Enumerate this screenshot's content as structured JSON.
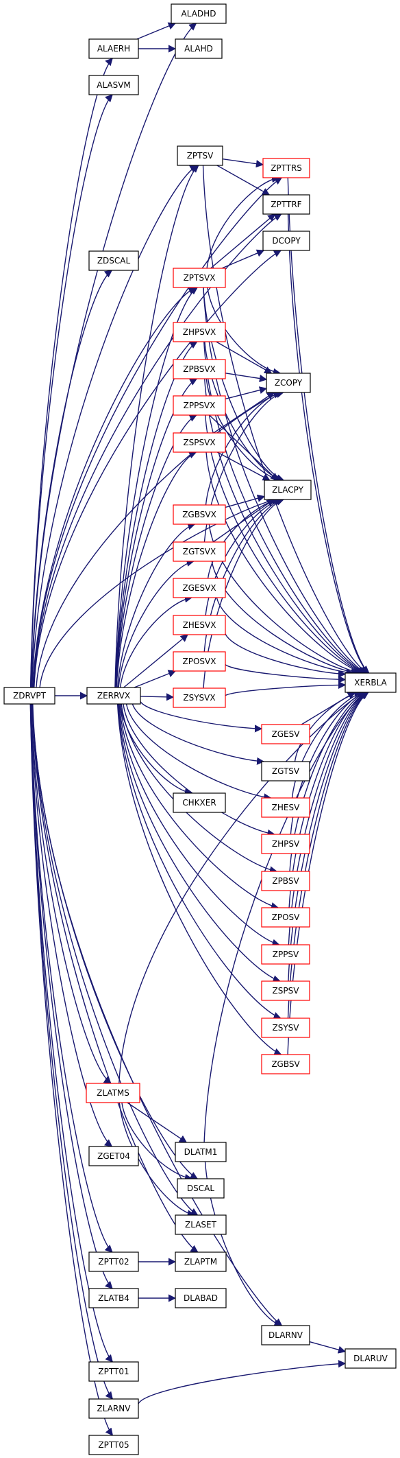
{
  "colors": {
    "edge": "#191970",
    "node_border_default": "#000000",
    "node_border_linked": "#ff0000",
    "node_fill_root": "#bfbfbf",
    "node_fill": "#ffffff"
  },
  "nodes": [
    {
      "id": "ZDRVPT",
      "label": "ZDRVPT",
      "style": "root"
    },
    {
      "id": "ALADHD",
      "label": "ALADHD",
      "style": "plain"
    },
    {
      "id": "ALAERH",
      "label": "ALAERH",
      "style": "plain"
    },
    {
      "id": "ALAHD",
      "label": "ALAHD",
      "style": "plain"
    },
    {
      "id": "ALASVM",
      "label": "ALASVM",
      "style": "plain"
    },
    {
      "id": "ZPTSV",
      "label": "ZPTSV",
      "style": "plain"
    },
    {
      "id": "ZPTTRS",
      "label": "ZPTTRS",
      "style": "linked"
    },
    {
      "id": "ZPTTRF",
      "label": "ZPTTRF",
      "style": "plain"
    },
    {
      "id": "DCOPY",
      "label": "DCOPY",
      "style": "plain"
    },
    {
      "id": "ZDSCAL",
      "label": "ZDSCAL",
      "style": "plain"
    },
    {
      "id": "ZPTSVX",
      "label": "ZPTSVX",
      "style": "linked"
    },
    {
      "id": "ZHPSVX",
      "label": "ZHPSVX",
      "style": "linked"
    },
    {
      "id": "ZPBSVX",
      "label": "ZPBSVX",
      "style": "linked"
    },
    {
      "id": "ZCOPY",
      "label": "ZCOPY",
      "style": "plain"
    },
    {
      "id": "ZPPSVX",
      "label": "ZPPSVX",
      "style": "linked"
    },
    {
      "id": "ZSPSVX",
      "label": "ZSPSVX",
      "style": "linked"
    },
    {
      "id": "ZLACPY",
      "label": "ZLACPY",
      "style": "plain"
    },
    {
      "id": "ZGBSVX",
      "label": "ZGBSVX",
      "style": "linked"
    },
    {
      "id": "ZGTSVX",
      "label": "ZGTSVX",
      "style": "linked"
    },
    {
      "id": "ZGESVX",
      "label": "ZGESVX",
      "style": "linked"
    },
    {
      "id": "ZHESVX",
      "label": "ZHESVX",
      "style": "linked"
    },
    {
      "id": "ZPOSVX",
      "label": "ZPOSVX",
      "style": "linked"
    },
    {
      "id": "XERBLA",
      "label": "XERBLA",
      "style": "plain"
    },
    {
      "id": "ZERRVX",
      "label": "ZERRVX",
      "style": "plain"
    },
    {
      "id": "ZSYSVX",
      "label": "ZSYSVX",
      "style": "linked"
    },
    {
      "id": "ZGESV",
      "label": "ZGESV",
      "style": "linked"
    },
    {
      "id": "ZGTSV",
      "label": "ZGTSV",
      "style": "plain"
    },
    {
      "id": "CHKXER",
      "label": "CHKXER",
      "style": "plain"
    },
    {
      "id": "ZHESV",
      "label": "ZHESV",
      "style": "linked"
    },
    {
      "id": "ZHPSV",
      "label": "ZHPSV",
      "style": "linked"
    },
    {
      "id": "ZPBSV",
      "label": "ZPBSV",
      "style": "linked"
    },
    {
      "id": "ZPOSV",
      "label": "ZPOSV",
      "style": "linked"
    },
    {
      "id": "ZPPSV",
      "label": "ZPPSV",
      "style": "linked"
    },
    {
      "id": "ZSPSV",
      "label": "ZSPSV",
      "style": "linked"
    },
    {
      "id": "ZSYSV",
      "label": "ZSYSV",
      "style": "linked"
    },
    {
      "id": "ZGBSV",
      "label": "ZGBSV",
      "style": "linked"
    },
    {
      "id": "ZLATMS",
      "label": "ZLATMS",
      "style": "linked"
    },
    {
      "id": "DLATM1",
      "label": "DLATM1",
      "style": "plain"
    },
    {
      "id": "ZGET04",
      "label": "ZGET04",
      "style": "plain"
    },
    {
      "id": "DSCAL",
      "label": "DSCAL",
      "style": "plain"
    },
    {
      "id": "ZLASET",
      "label": "ZLASET",
      "style": "plain"
    },
    {
      "id": "ZPTT02",
      "label": "ZPTT02",
      "style": "plain"
    },
    {
      "id": "ZLAPTM",
      "label": "ZLAPTM",
      "style": "plain"
    },
    {
      "id": "ZLATB4",
      "label": "ZLATB4",
      "style": "plain"
    },
    {
      "id": "DLABAD",
      "label": "DLABAD",
      "style": "plain"
    },
    {
      "id": "DLARNV",
      "label": "DLARNV",
      "style": "plain"
    },
    {
      "id": "DLARUV",
      "label": "DLARUV",
      "style": "plain"
    },
    {
      "id": "ZPTT01",
      "label": "ZPTT01",
      "style": "plain"
    },
    {
      "id": "ZLARNV",
      "label": "ZLARNV",
      "style": "plain"
    },
    {
      "id": "ZPTT05",
      "label": "ZPTT05",
      "style": "plain"
    }
  ],
  "edges": [
    [
      "ZDRVPT",
      "ALADHD"
    ],
    [
      "ZDRVPT",
      "ALAERH"
    ],
    [
      "ZDRVPT",
      "ALASVM"
    ],
    [
      "ZDRVPT",
      "ZPTSV"
    ],
    [
      "ZDRVPT",
      "ZPTTRS"
    ],
    [
      "ZDRVPT",
      "ZPTTRF"
    ],
    [
      "ZDRVPT",
      "DCOPY"
    ],
    [
      "ZDRVPT",
      "ZDSCAL"
    ],
    [
      "ZDRVPT",
      "ZPTSVX"
    ],
    [
      "ZDRVPT",
      "ZCOPY"
    ],
    [
      "ZDRVPT",
      "ZLACPY"
    ],
    [
      "ZDRVPT",
      "ZERRVX"
    ],
    [
      "ZDRVPT",
      "ZLATMS"
    ],
    [
      "ZDRVPT",
      "ZGET04"
    ],
    [
      "ZDRVPT",
      "DSCAL"
    ],
    [
      "ZDRVPT",
      "ZLASET"
    ],
    [
      "ZDRVPT",
      "ZPTT02"
    ],
    [
      "ZDRVPT",
      "ZLAPTM"
    ],
    [
      "ZDRVPT",
      "ZLATB4"
    ],
    [
      "ZDRVPT",
      "DLARNV"
    ],
    [
      "ZDRVPT",
      "ZPTT01"
    ],
    [
      "ZDRVPT",
      "ZLARNV"
    ],
    [
      "ZDRVPT",
      "ZPTT05"
    ],
    [
      "ALAERH",
      "ALADHD"
    ],
    [
      "ALAERH",
      "ALAHD"
    ],
    [
      "ZPTSV",
      "ZPTTRS"
    ],
    [
      "ZPTSV",
      "ZPTTRF"
    ],
    [
      "ZPTSV",
      "XERBLA"
    ],
    [
      "ZPTTRS",
      "XERBLA"
    ],
    [
      "ZPTTRF",
      "XERBLA"
    ],
    [
      "ZPTSVX",
      "ZPTTRS"
    ],
    [
      "ZPTSVX",
      "ZPTTRF"
    ],
    [
      "ZPTSVX",
      "DCOPY"
    ],
    [
      "ZPTSVX",
      "ZCOPY"
    ],
    [
      "ZPTSVX",
      "ZLACPY"
    ],
    [
      "ZPTSVX",
      "XERBLA"
    ],
    [
      "ZHPSVX",
      "ZCOPY"
    ],
    [
      "ZHPSVX",
      "ZLACPY"
    ],
    [
      "ZHPSVX",
      "XERBLA"
    ],
    [
      "ZPBSVX",
      "ZCOPY"
    ],
    [
      "ZPBSVX",
      "ZLACPY"
    ],
    [
      "ZPBSVX",
      "XERBLA"
    ],
    [
      "ZPPSVX",
      "ZCOPY"
    ],
    [
      "ZPPSVX",
      "ZLACPY"
    ],
    [
      "ZPPSVX",
      "XERBLA"
    ],
    [
      "ZSPSVX",
      "ZCOPY"
    ],
    [
      "ZSPSVX",
      "ZLACPY"
    ],
    [
      "ZSPSVX",
      "XERBLA"
    ],
    [
      "ZGBSVX",
      "ZCOPY"
    ],
    [
      "ZGBSVX",
      "ZLACPY"
    ],
    [
      "ZGBSVX",
      "XERBLA"
    ],
    [
      "ZGTSVX",
      "ZCOPY"
    ],
    [
      "ZGTSVX",
      "ZLACPY"
    ],
    [
      "ZGTSVX",
      "XERBLA"
    ],
    [
      "ZGESVX",
      "ZLACPY"
    ],
    [
      "ZGESVX",
      "XERBLA"
    ],
    [
      "ZHESVX",
      "ZLACPY"
    ],
    [
      "ZHESVX",
      "XERBLA"
    ],
    [
      "ZPOSVX",
      "ZLACPY"
    ],
    [
      "ZPOSVX",
      "XERBLA"
    ],
    [
      "ZSYSVX",
      "ZLACPY"
    ],
    [
      "ZSYSVX",
      "XERBLA"
    ],
    [
      "ZERRVX",
      "ZPTSV"
    ],
    [
      "ZERRVX",
      "ZPTSVX"
    ],
    [
      "ZERRVX",
      "ZHPSVX"
    ],
    [
      "ZERRVX",
      "ZPBSVX"
    ],
    [
      "ZERRVX",
      "ZPPSVX"
    ],
    [
      "ZERRVX",
      "ZSPSVX"
    ],
    [
      "ZERRVX",
      "ZGBSVX"
    ],
    [
      "ZERRVX",
      "ZGTSVX"
    ],
    [
      "ZERRVX",
      "ZGESVX"
    ],
    [
      "ZERRVX",
      "ZHESVX"
    ],
    [
      "ZERRVX",
      "ZPOSVX"
    ],
    [
      "ZERRVX",
      "ZSYSVX"
    ],
    [
      "ZERRVX",
      "ZGESV"
    ],
    [
      "ZERRVX",
      "ZGTSV"
    ],
    [
      "ZERRVX",
      "CHKXER"
    ],
    [
      "ZERRVX",
      "ZHESV"
    ],
    [
      "ZERRVX",
      "ZHPSV"
    ],
    [
      "ZERRVX",
      "ZPBSV"
    ],
    [
      "ZERRVX",
      "ZPOSV"
    ],
    [
      "ZERRVX",
      "ZPPSV"
    ],
    [
      "ZERRVX",
      "ZSPSV"
    ],
    [
      "ZERRVX",
      "ZSYSV"
    ],
    [
      "ZERRVX",
      "ZGBSV"
    ],
    [
      "ZGESV",
      "XERBLA"
    ],
    [
      "ZGTSV",
      "XERBLA"
    ],
    [
      "ZHESV",
      "XERBLA"
    ],
    [
      "ZHPSV",
      "XERBLA"
    ],
    [
      "ZPBSV",
      "XERBLA"
    ],
    [
      "ZPOSV",
      "XERBLA"
    ],
    [
      "ZPPSV",
      "XERBLA"
    ],
    [
      "ZSPSV",
      "XERBLA"
    ],
    [
      "ZSYSV",
      "XERBLA"
    ],
    [
      "ZGBSV",
      "XERBLA"
    ],
    [
      "ZLATMS",
      "XERBLA"
    ],
    [
      "ZLATMS",
      "DLATM1"
    ],
    [
      "ZLATMS",
      "DSCAL"
    ],
    [
      "ZLATMS",
      "ZLASET"
    ],
    [
      "DLATM1",
      "XERBLA"
    ],
    [
      "DLATM1",
      "DLARNV"
    ],
    [
      "ZPTT02",
      "ZLAPTM"
    ],
    [
      "ZLATB4",
      "DLABAD"
    ],
    [
      "DLARNV",
      "DLARUV"
    ],
    [
      "ZLARNV",
      "DLARUV"
    ]
  ]
}
